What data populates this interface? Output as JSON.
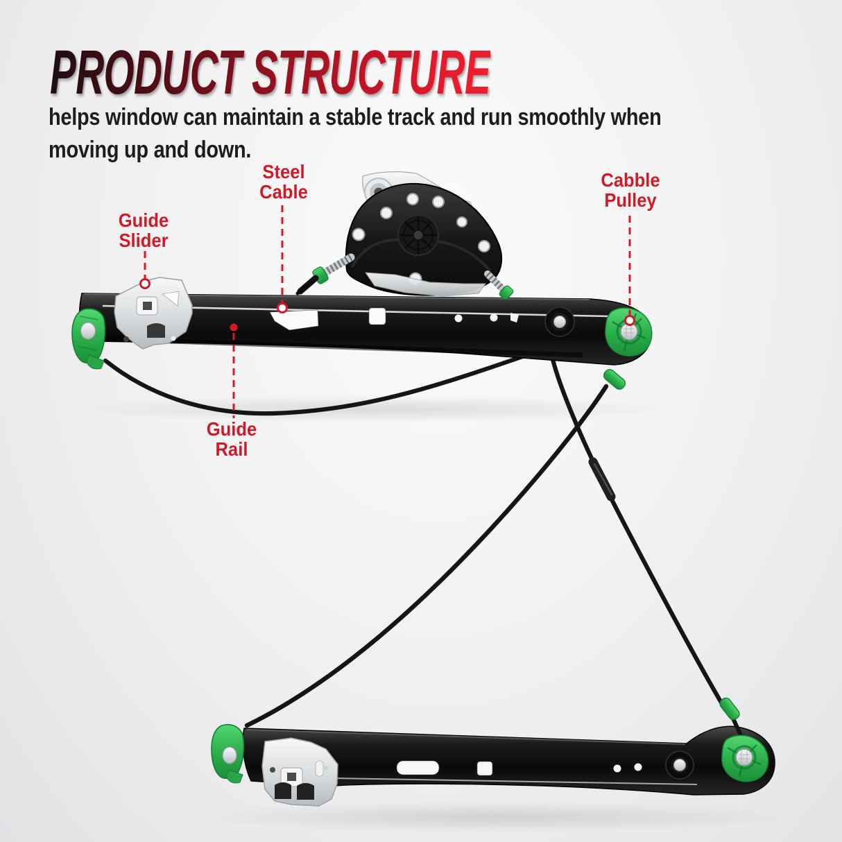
{
  "header": {
    "title": "PRODUCT STRUCTURE",
    "description_line1": "helps window can maintain a stable track and run smoothly when",
    "description_line2": "moving up and down."
  },
  "callouts": {
    "steel_cable": {
      "line1": "Steel",
      "line2": "Cable",
      "marker": "circle-outline"
    },
    "guide_slider": {
      "line1": "Guide",
      "line2": "Slider",
      "marker": "circle-outline"
    },
    "cabble_pulley": {
      "line1": "Cabble",
      "line2": "Pulley",
      "marker": "circle-outline"
    },
    "guide_rail": {
      "line1": "Guide",
      "line2": "Rail",
      "marker": "filled-dot"
    }
  },
  "colors": {
    "accent_red": "#cf1b28",
    "title_gradient_start": "#1d0e11",
    "title_gradient_end": "#ee1e2e",
    "pulley_green": "#2cb04c",
    "rail_black": "#0a0a0a",
    "background": "#f0f0f2"
  }
}
